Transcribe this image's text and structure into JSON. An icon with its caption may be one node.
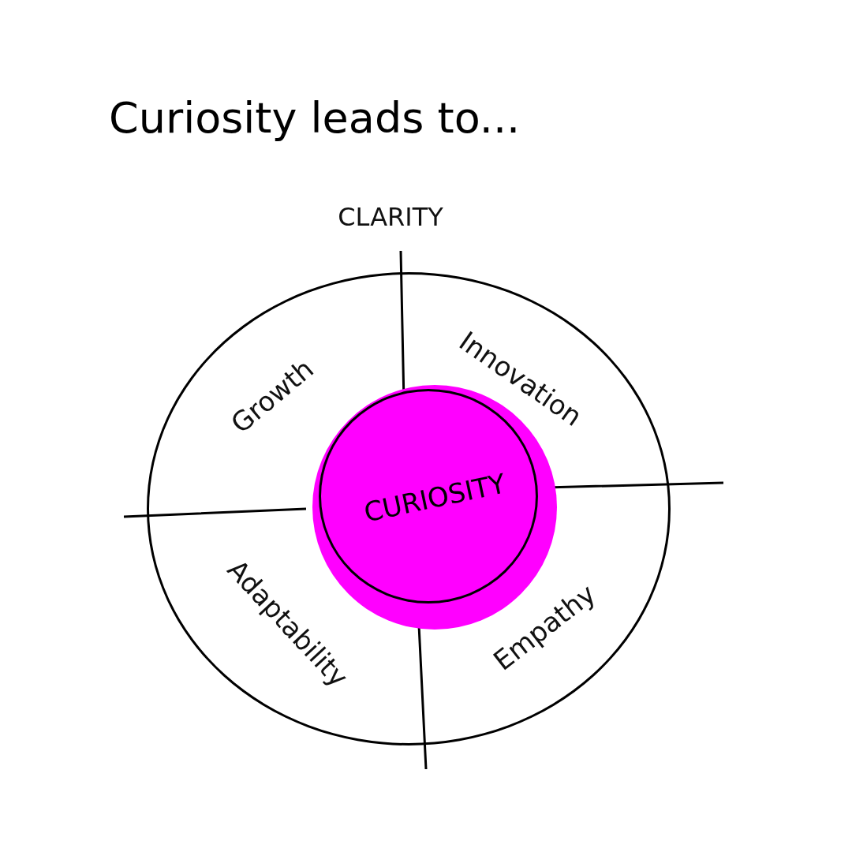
{
  "diagram": {
    "title": "Curiosity leads to...",
    "nodes": [
      {
        "text": [],
        "shape": "circle"
      },
      {
        "text": [
          "CURIOSITY"
        ],
        "in": 0
      }
    ],
    "labels": [
      "CLARITY",
      "Growth",
      "Innovation",
      "Adaptability",
      "Empathy"
    ]
  }
}
